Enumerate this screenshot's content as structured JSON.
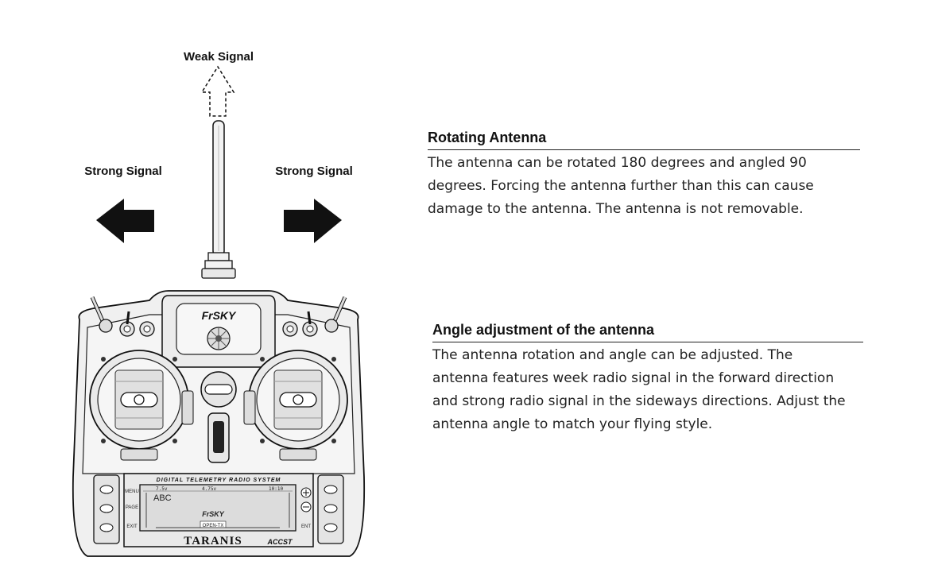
{
  "diagram": {
    "weak_signal_label": "Weak Signal",
    "strong_signal_left_label": "Strong Signal",
    "strong_signal_right_label": "Strong Signal",
    "logo_text": "FrSKY",
    "screen_header": "DIGITAL TELEMETRY RADIO SYSTEM",
    "model_name": "TARANIS",
    "brand_tag": "ACCST",
    "lcd": {
      "voltage": "7.5v",
      "rssi": "4.75v",
      "time": "10:10",
      "model": "ABC",
      "firmware": "OPEN-TX",
      "logo": "FrSKY"
    },
    "side_buttons_left": [
      "MENU",
      "PAGE",
      "EXIT"
    ],
    "side_buttons_right": [
      "ENT"
    ]
  },
  "sections": [
    {
      "title": "Rotating Antenna",
      "lines": [
        "The antenna can be rotated 180 degrees and angled 90",
        "degrees. Forcing the antenna further than this can cause",
        "damage to the antenna. The antenna is not removable."
      ]
    },
    {
      "title": "Angle adjustment of the antenna",
      "lines": [
        "The antenna rotation and angle can be adjusted. The",
        "antenna features week radio signal in the forward direction",
        "and strong radio signal in the sideways directions. Adjust the",
        "antenna angle to match your flying style."
      ]
    }
  ]
}
